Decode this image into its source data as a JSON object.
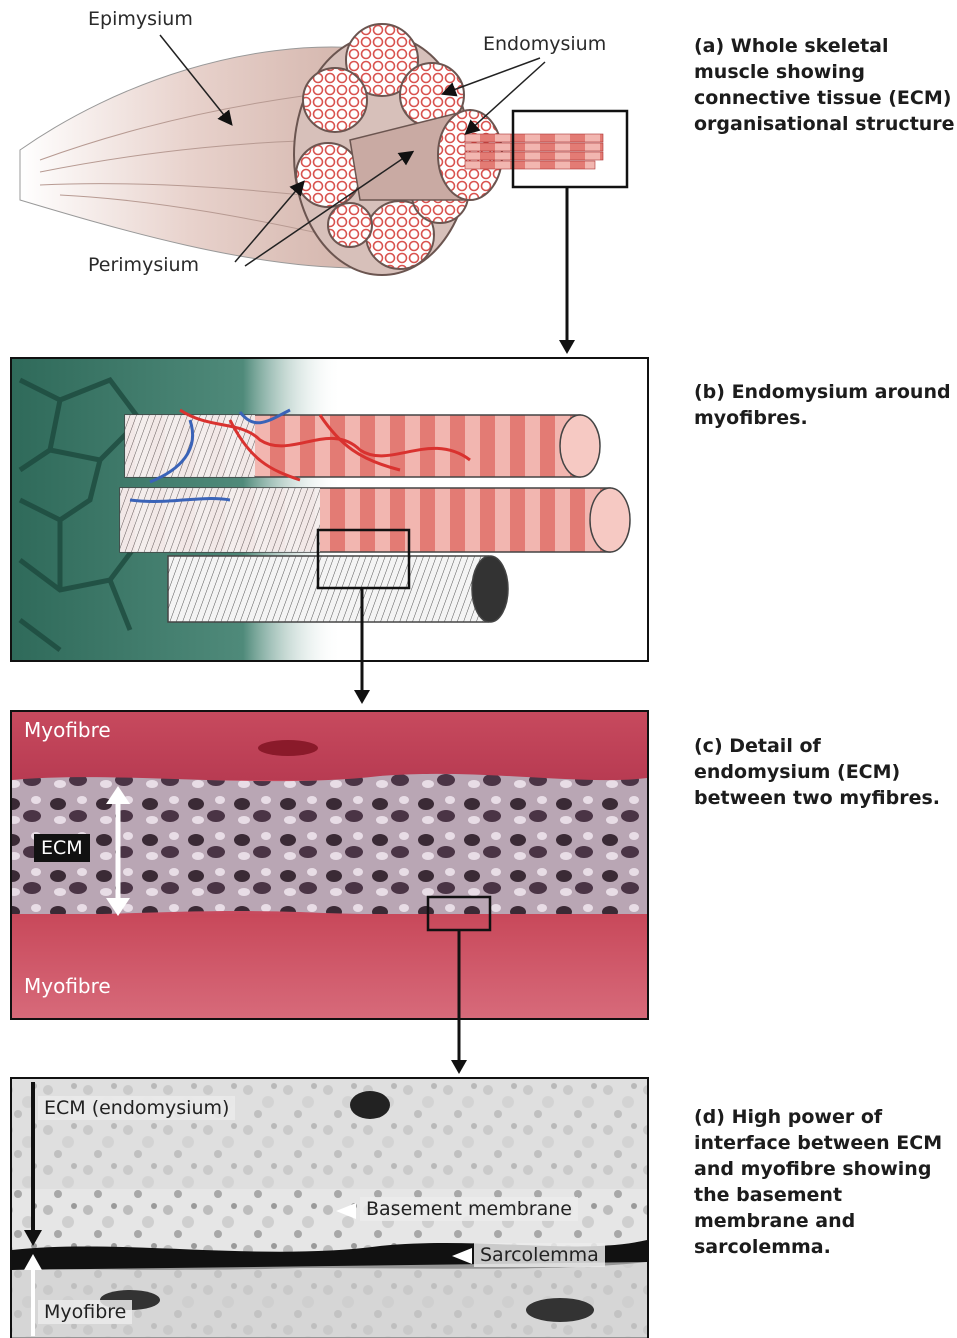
{
  "panel_a": {
    "caption": "(a) Whole skeletal muscle showing connective tissue (ECM) organisational structure",
    "labels": {
      "epimysium": "Epimysium",
      "endomysium": "Endomysium",
      "perimysium": "Perimysium"
    }
  },
  "panel_b": {
    "caption": "(b) Endomysium around myofibres."
  },
  "panel_c": {
    "caption": "(c) Detail of endomysium (ECM) between two myfibres.",
    "labels": {
      "myofibre_top": "Myofibre",
      "ecm": "ECM",
      "myofibre_bottom": "Myofibre"
    }
  },
  "panel_d": {
    "caption": "(d) High power of interface between ECM and myofibre showing the basement membrane and sarcolemma.",
    "labels": {
      "ecm_endomysium": "ECM (endomysium)",
      "basement_membrane": "Basement membrane",
      "sarcolemma": "Sarcolemma",
      "myofibre": "Myofibre"
    }
  },
  "colors": {
    "muscle_pink": "#e8a6a0",
    "fibre_red": "#d9534f",
    "endomysium_green": "#2f6a5a",
    "tissue_magenta": "#c0405a",
    "vessel_blue": "#3a63b8"
  }
}
